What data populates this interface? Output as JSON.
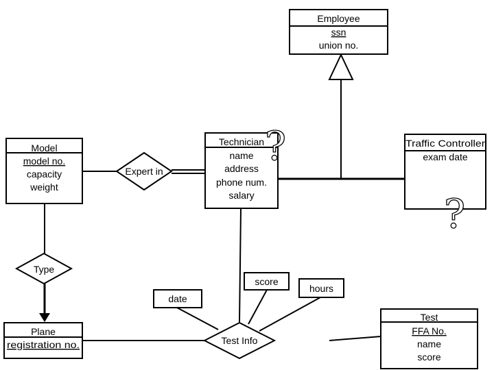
{
  "entities": {
    "employee": {
      "name": "Employee",
      "key": "ssn",
      "attrs": [
        "union no."
      ]
    },
    "technician": {
      "name": "Technician",
      "attrs": [
        "name",
        "address",
        "phone num.",
        "salary"
      ]
    },
    "traffic_controller": {
      "name": "Traffic Controller",
      "attrs": [
        "exam date"
      ]
    },
    "model": {
      "name": "Model",
      "key": "model no.",
      "attrs": [
        "capacity",
        "weight"
      ]
    },
    "plane": {
      "name": "Plane",
      "key": "registration no."
    },
    "test": {
      "name": "Test",
      "key": "FFA No.",
      "attrs": [
        "name",
        "score"
      ]
    }
  },
  "relationships": {
    "expert_in": "Expert in",
    "type": "Type",
    "test_info": "Test Info"
  },
  "relationship_attributes": {
    "date": "date",
    "score": "score",
    "hours": "hours"
  },
  "annotations": {
    "question_mark": "?"
  }
}
